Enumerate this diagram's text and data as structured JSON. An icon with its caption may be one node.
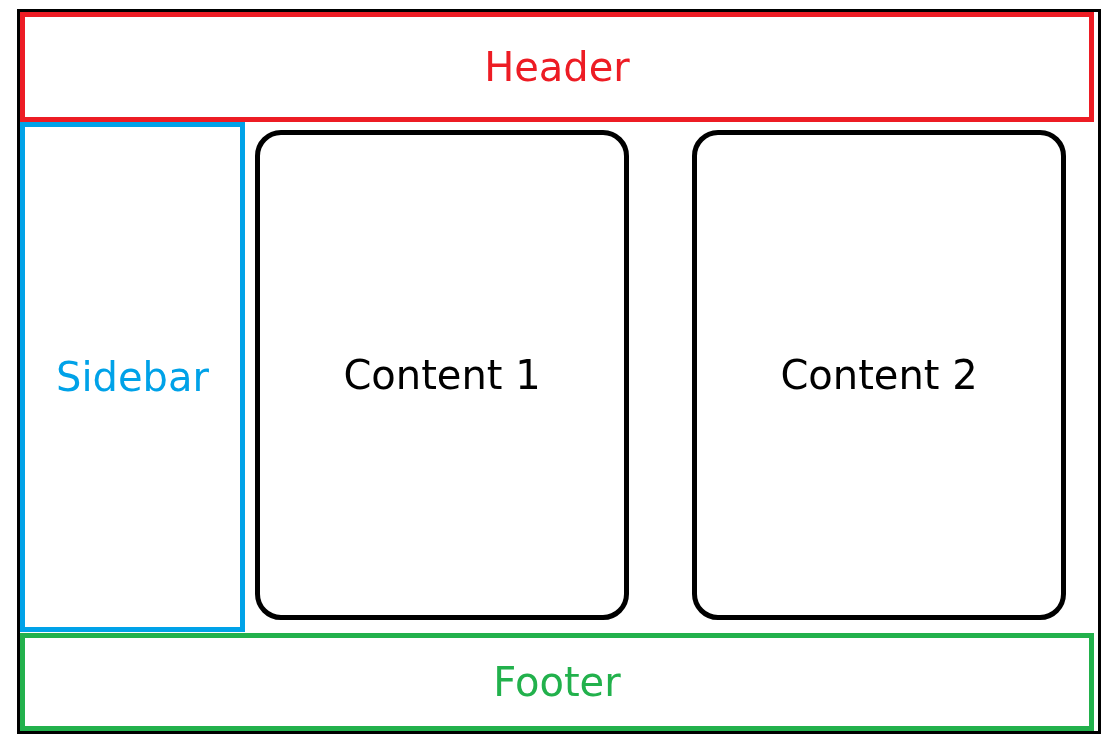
{
  "diagram": {
    "nodes": [
      {
        "text": [],
        "shape": "box"
      },
      {
        "text": [
          "Header"
        ],
        "in": 0
      },
      {
        "text": [
          "Sidebar"
        ],
        "in": 0
      },
      {
        "text": [
          "Content 1"
        ],
        "in": 0
      },
      {
        "text": [
          "Content 2"
        ],
        "in": 0
      },
      {
        "text": [
          "Footer"
        ],
        "in": 0
      }
    ]
  }
}
